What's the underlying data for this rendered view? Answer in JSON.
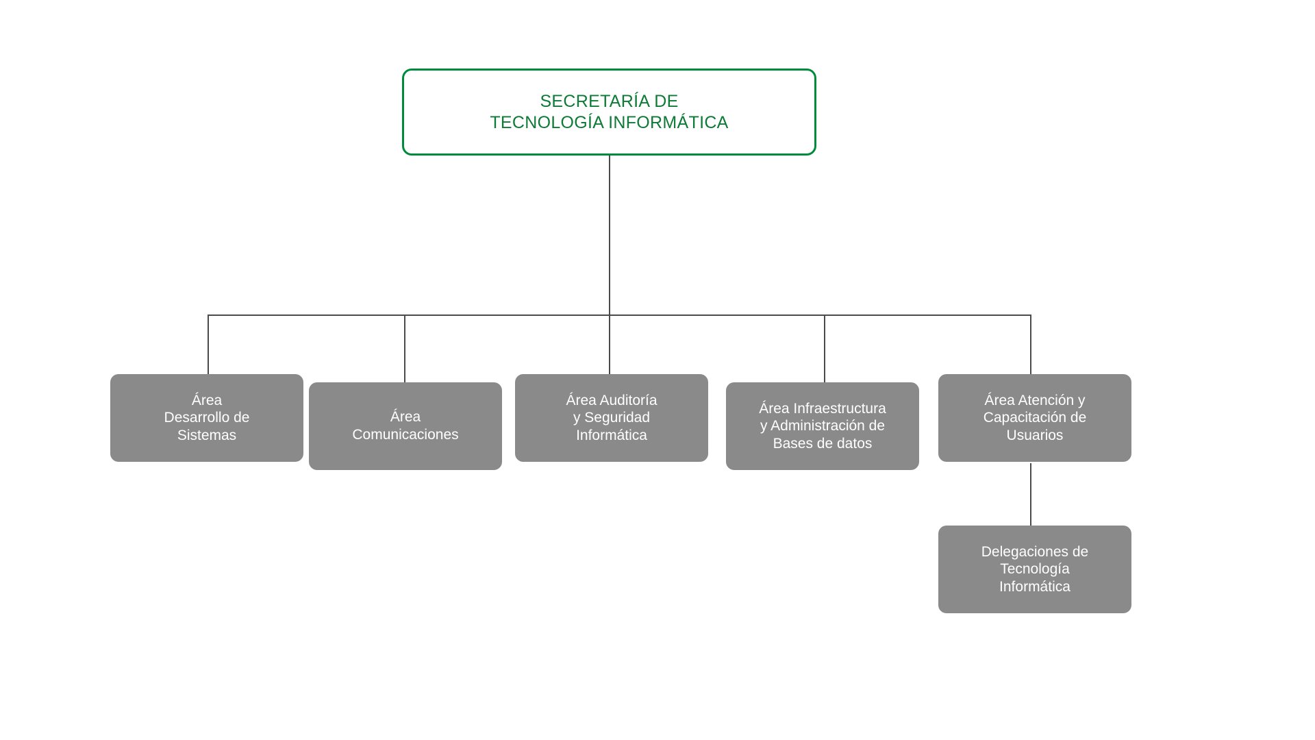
{
  "diagram": {
    "title_text": "SECRETARÍA DE\nTECNOLOGÍA INFORMÁTICA",
    "colors": {
      "accent_green": "#008a3c",
      "root_text_green": "#0d7a36",
      "node_gray": "#8a8a8a",
      "node_text": "#ffffff",
      "connector_gray": "#4a4a4a",
      "background": "#ffffff"
    }
  },
  "root": {
    "label": "SECRETARÍA DE\nTECNOLOGÍA INFORMÁTICA"
  },
  "units": [
    {
      "label": "Área\nDesarrollo de\nSistemas"
    },
    {
      "label": "Área\nComunicaciones"
    },
    {
      "label": "Área Auditoría\ny Seguridad\nInformática"
    },
    {
      "label": "Área Infraestructura\ny Administración de\nBases de datos"
    },
    {
      "label": "Área Atención y\nCapacitación de\nUsuarios"
    }
  ],
  "suborgans": [
    {
      "label": "Delegaciones de\nTecnología\nInformática"
    }
  ]
}
